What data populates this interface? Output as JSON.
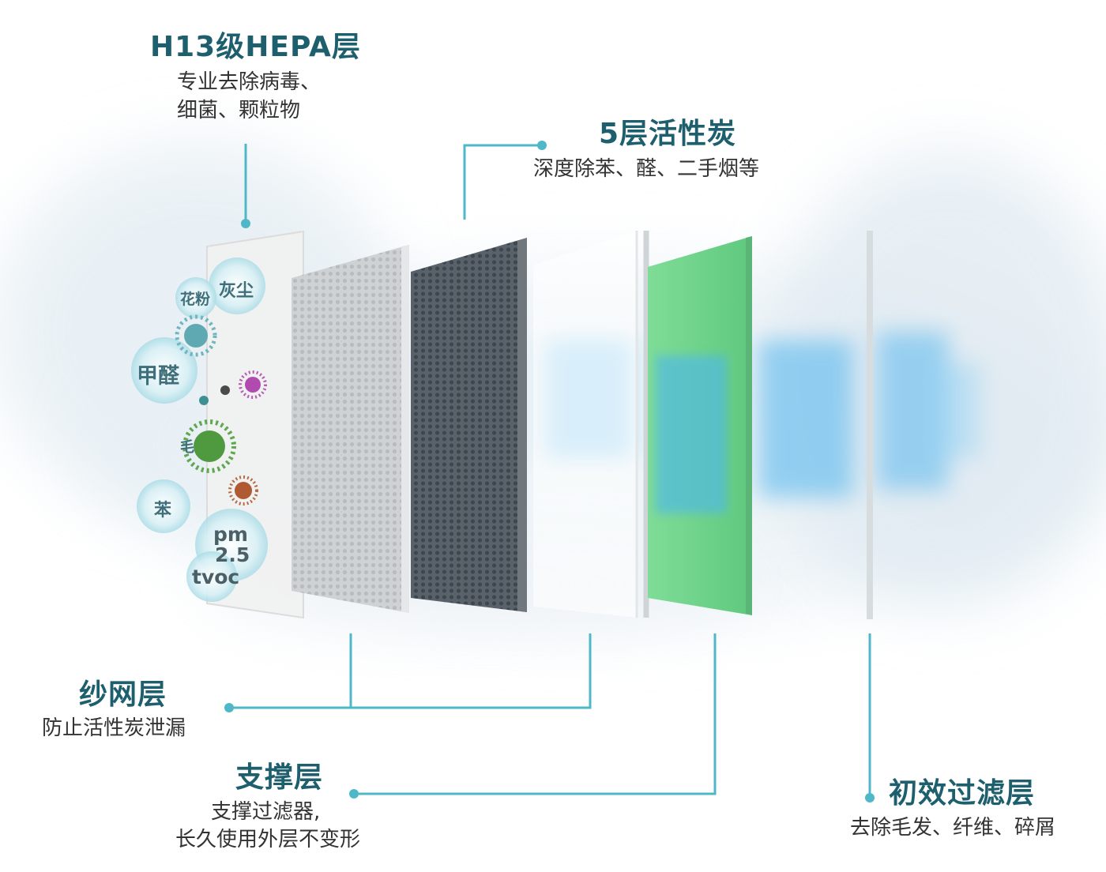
{
  "colors": {
    "title": "#1e5f6e",
    "description": "#333333",
    "leader_line": "#4fb8c8",
    "green_layer": "#74d58e",
    "carbon_layer": "#545d63",
    "mesh_layer": "#c9ccce",
    "airflow_blue": "#5ab8ee"
  },
  "labels": {
    "hepa": {
      "title": "H13级HEPA层",
      "lines": [
        "专业去除病毒、",
        "细菌、颗粒物"
      ]
    },
    "carbon": {
      "title": "5层活性炭",
      "lines": [
        "深度除苯、醛、二手烟等"
      ]
    },
    "mesh": {
      "title": "纱网层",
      "lines": [
        "防止活性炭泄漏"
      ]
    },
    "support": {
      "title": "支撑层",
      "lines": [
        "支撑过滤器,",
        "长久使用外层不变形"
      ]
    },
    "prefilter": {
      "title": "初效过滤层",
      "lines": [
        "去除毛发、纤维、碎屑"
      ]
    }
  },
  "pollutants": {
    "pollen": "花粉",
    "dust": "灰尘",
    "formaldehyde": "甲醛",
    "hair": "毛",
    "benzene": "苯",
    "pm": "pm",
    "pm_value": "2.5",
    "tvoc": "tvoc"
  }
}
